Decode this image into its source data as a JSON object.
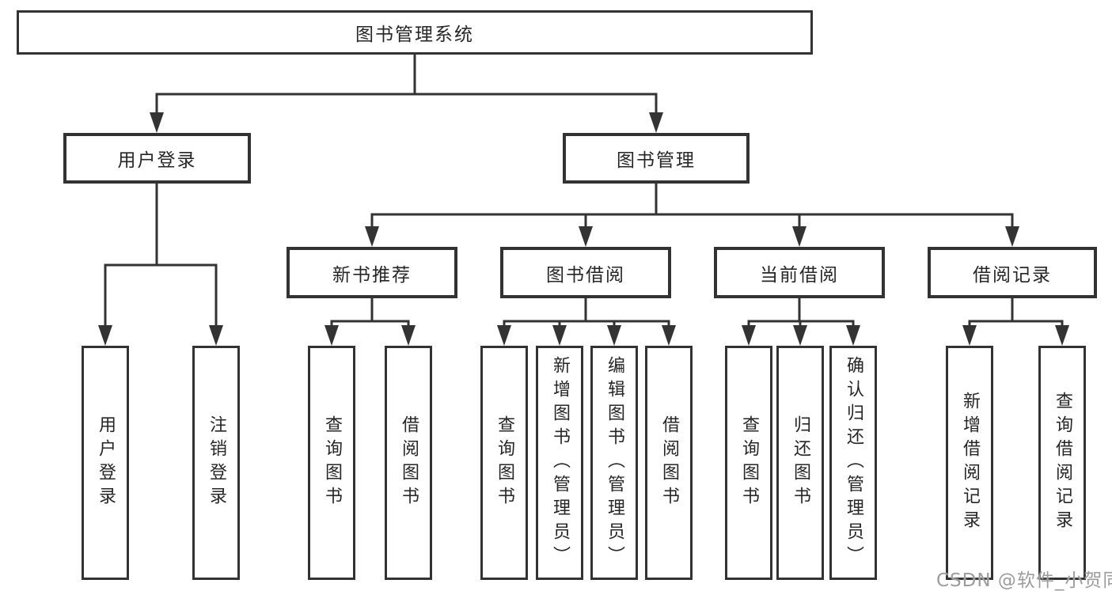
{
  "diagram": {
    "root": {
      "label": "图书管理系统"
    },
    "level2": [
      {
        "label": "用户登录"
      },
      {
        "label": "图书管理"
      }
    ],
    "level3": [
      {
        "label": "新书推荐"
      },
      {
        "label": "图书借阅"
      },
      {
        "label": "当前借阅"
      },
      {
        "label": "借阅记录"
      }
    ],
    "leaves": {
      "login": [
        "用户登录",
        "注销登录"
      ],
      "recommend": [
        "查询图书",
        "借阅图书"
      ],
      "borrow": [
        "查询图书",
        "新增图书（管理员）",
        "编辑图书（管理员）",
        "借阅图书"
      ],
      "current": [
        "查询图书",
        "归还图书",
        "确认归还（管理员）"
      ],
      "records": [
        "新增借阅记录",
        "查询借阅记录"
      ]
    }
  },
  "watermark": {
    "text": "CSDN @软件_小贺同学"
  },
  "colors": {
    "line": "#333333",
    "text": "#262626",
    "box_background": "#ffffff",
    "watermark": "#9c9c9c",
    "page_background": "#ffffff"
  }
}
